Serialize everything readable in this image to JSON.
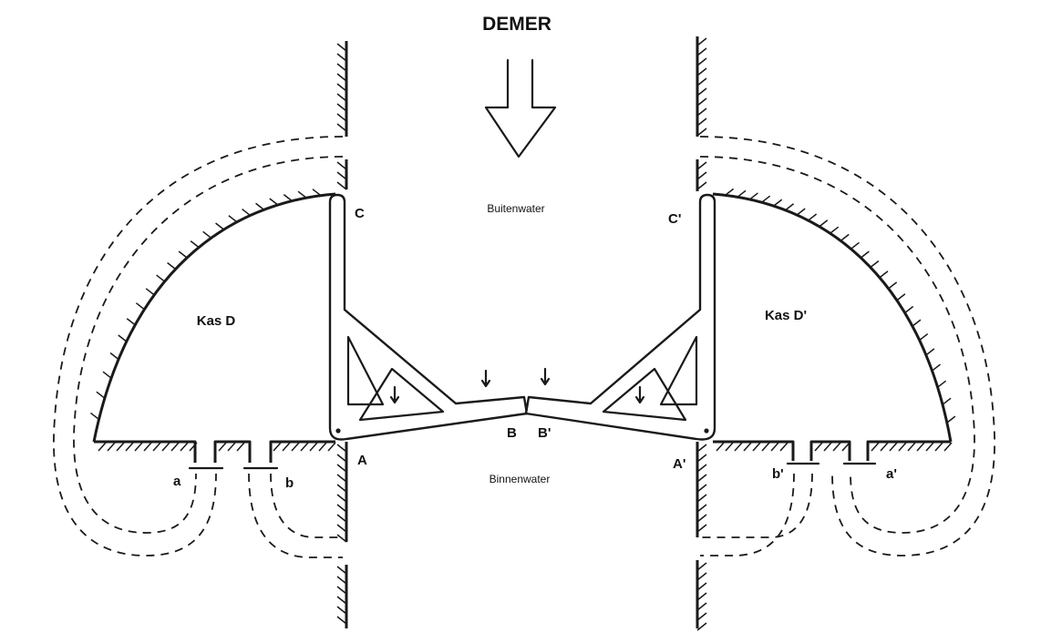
{
  "title": "DEMER",
  "labels": {
    "buitenwater": "Buitenwater",
    "binnenwater": "Binnenwater",
    "kas_left": "Kas D",
    "kas_right": "Kas D'",
    "C": "C",
    "C_prime": "C'",
    "A": "A",
    "A_prime": "A'",
    "B": "B",
    "B_prime": "B'",
    "a": "a",
    "a_prime": "a'",
    "b": "b",
    "b_prime": "b'"
  },
  "colors": {
    "ink": "#1a1a1a",
    "paper": "#ffffff"
  },
  "icons": {
    "flow": "down-arrow-icon",
    "small_arrows": "down-arrow-icon"
  }
}
